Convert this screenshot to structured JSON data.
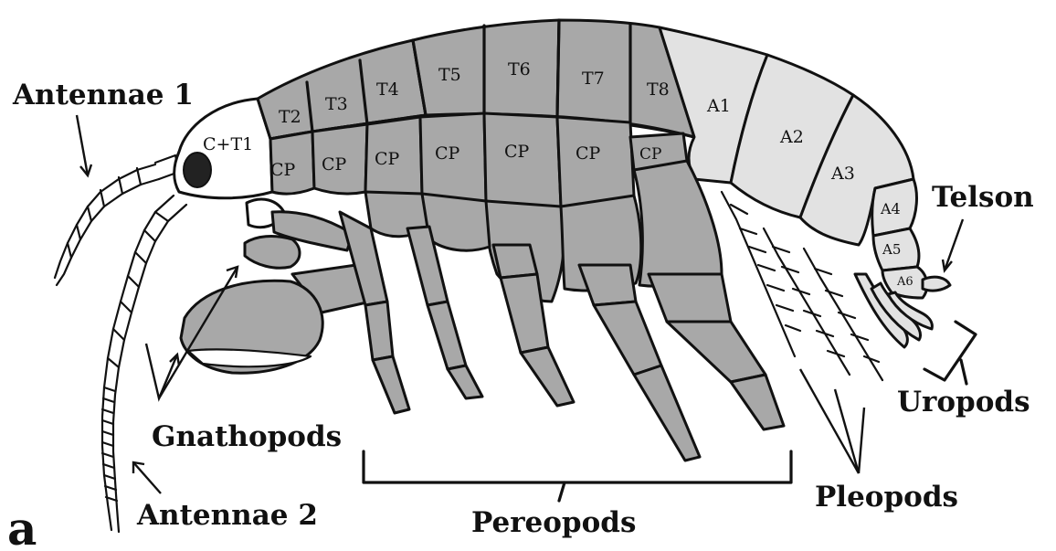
{
  "figure": {
    "panel_letter": "a",
    "labels": {
      "antennae_1": "Antennae 1",
      "antennae_2": "Antennae 2",
      "gnathopods": "Gnathopods",
      "pereopods": "Pereopods",
      "pleopods": "Pleopods",
      "uropods": "Uropods",
      "telson": "Telson"
    },
    "segments": {
      "head": "C+T1",
      "t2": "T2",
      "t3": "T3",
      "t4": "T4",
      "t5": "T5",
      "t6": "T6",
      "t7": "T7",
      "t8": "T8",
      "a1": "A1",
      "a2": "A2",
      "a3": "A3",
      "a4": "A4",
      "a5": "A5",
      "a6": "A6",
      "coxal_plate": "CP"
    },
    "colors": {
      "thorax": "#a8a8a8",
      "abdomen": "#e2e2e2",
      "head": "#ffffff",
      "outline": "#111111"
    }
  }
}
